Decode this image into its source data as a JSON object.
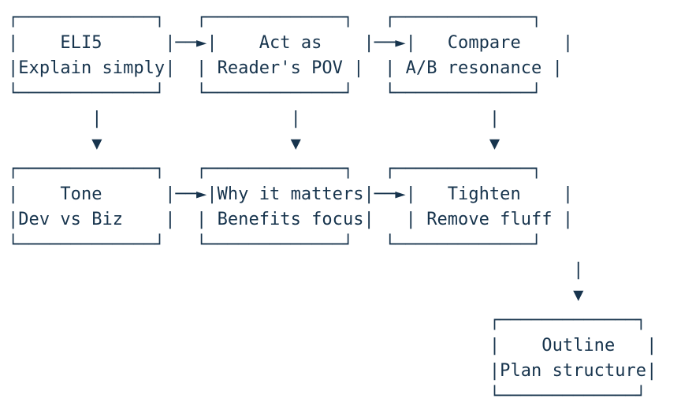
{
  "diagram": {
    "title": "prompt-techniques-flowchart",
    "ink_color": "#17344d",
    "background_color": "#ffffff",
    "nodes": [
      {
        "title": "ELI5",
        "subtitle": "Explain simply"
      },
      {
        "title": "Act as",
        "subtitle": "Reader's POV"
      },
      {
        "title": "Compare",
        "subtitle": "A/B resonance"
      },
      {
        "title": "Tone",
        "subtitle": "Dev vs Biz"
      },
      {
        "title": "Why it matters",
        "subtitle": "Benefits focus"
      },
      {
        "title": "Tighten",
        "subtitle": "Remove fluff"
      },
      {
        "title": "Outline",
        "subtitle": "Plan structure"
      }
    ],
    "edges": [
      "ELI5 -> Act as",
      "Act as -> Compare",
      "Tone -> Why it matters",
      "Why it matters -> Tighten",
      "ELI5 v Tone",
      "Act as v Why it matters",
      "Compare v Tighten",
      "Tighten v Outline"
    ],
    "ascii": [
      "┌─────────────┐   ┌─────────────┐   ┌─────────────┐",
      "|    ELI5      |──►|    Act as    |──►|   Compare    |",
      "|Explain simply|  | Reader's POV |  | A/B resonance |",
      "└─────────────┘   └─────────────┘   └─────────────┘",
      "        |                  |                  |",
      "        ▼                  ▼                  ▼",
      "┌─────────────┐   ┌─────────────┐   ┌─────────────┐",
      "|    Tone      |──►|Why it matters|──►|   Tighten    |",
      "|Dev vs Biz    |  | Benefits focus|   | Remove fluff |",
      "└─────────────┘   └─────────────┘   └─────────────┘",
      "                                                      |",
      "                                                      ▼",
      "                                              ┌─────────────┐",
      "                                              |    Outline   |",
      "                                              |Plan structure|",
      "                                              └─────────────┘"
    ]
  }
}
